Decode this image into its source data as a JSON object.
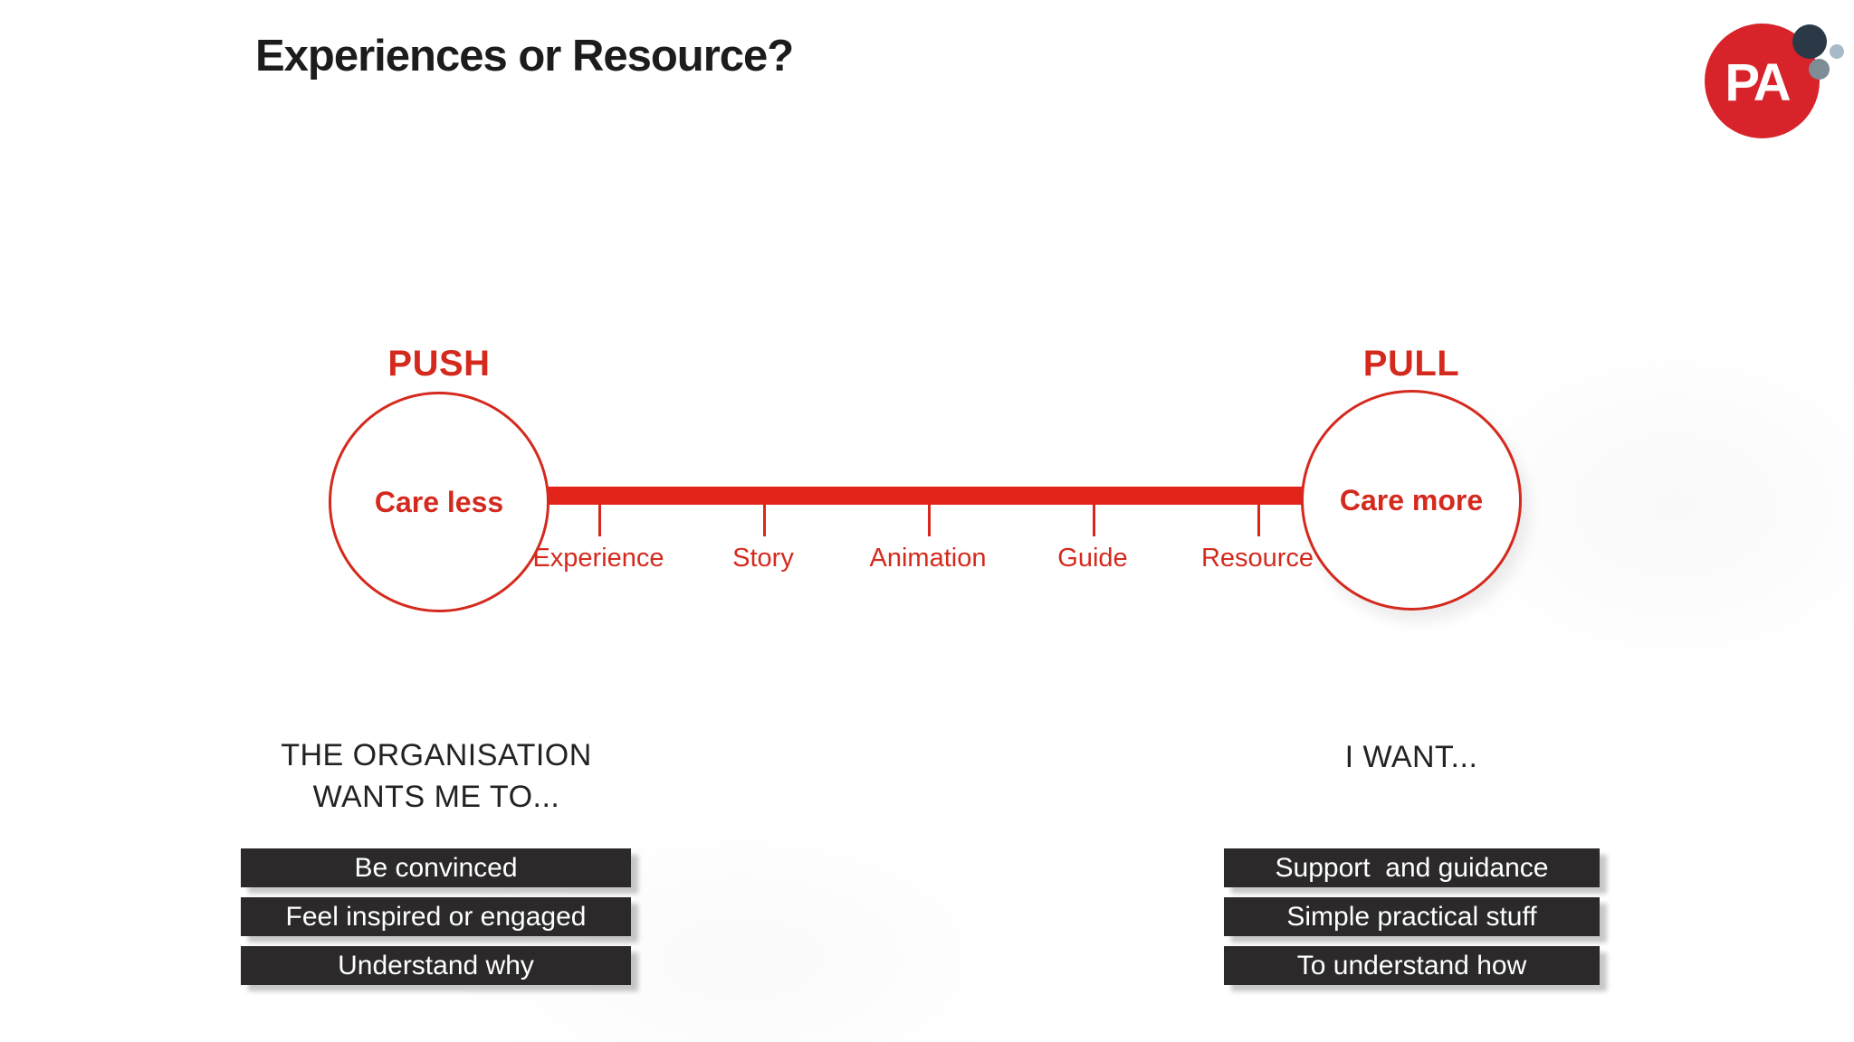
{
  "title": "Experiences or Resource?",
  "logo": {
    "text": "PA"
  },
  "push": {
    "label": "PUSH",
    "circle_label": "Care less"
  },
  "pull": {
    "label": "PULL",
    "circle_label": "Care more"
  },
  "spectrum": {
    "ticks": [
      "Experience",
      "Story",
      "Animation",
      "Guide",
      "Resource"
    ]
  },
  "left_column": {
    "heading_line1": "THE ORGANISATION",
    "heading_line2": "WANTS ME TO...",
    "items": [
      "Be convinced",
      "Feel inspired or engaged",
      "Understand why"
    ]
  },
  "right_column": {
    "heading": "I WANT...",
    "items": [
      "Support  and guidance",
      "Simple practical stuff",
      "To understand how"
    ]
  },
  "colors": {
    "accent_red": "#d42a1e",
    "bar_red": "#e2241a",
    "dark_bar": "#2b292a",
    "logo_red": "#d8232a",
    "logo_dot_navy": "#2b3947",
    "logo_dot_light": "#a8bac7",
    "logo_dot_gray": "#7e8c96",
    "title_text": "#1c1c1c"
  }
}
